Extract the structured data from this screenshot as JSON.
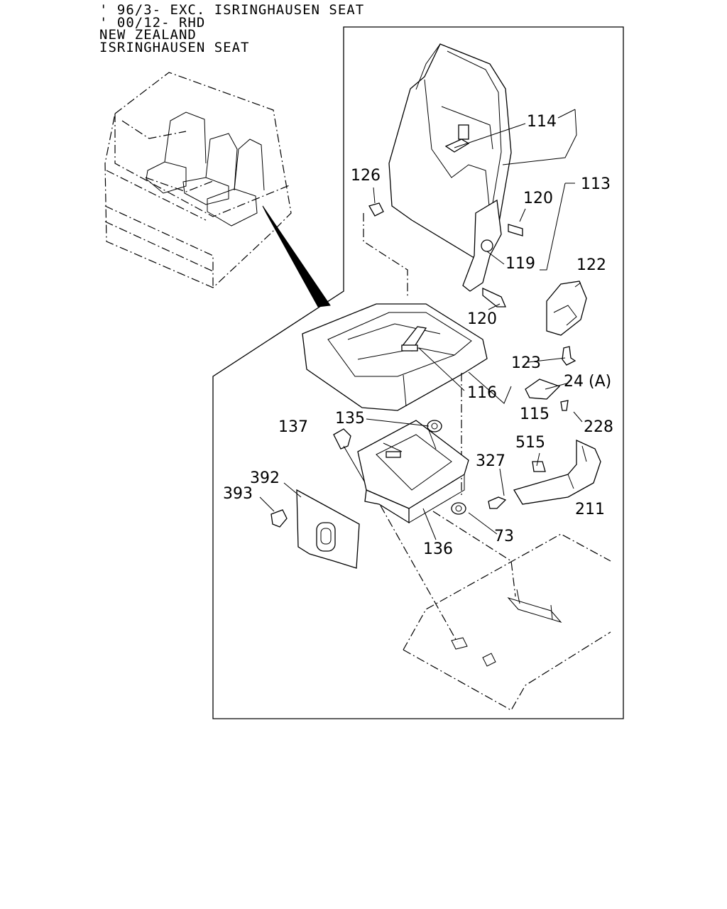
{
  "header": {
    "lines": [
      "' 96/3- EXC. ISRINGHAUSEN SEAT",
      "' 00/12- RHD",
      "NEW ZEALAND",
      "ISRINGHAUSEN SEAT"
    ]
  },
  "callouts": {
    "p113": "113",
    "p114": "114",
    "p115": "115",
    "p116": "116",
    "p119": "119",
    "p120a": "120",
    "p120b": "120",
    "p122": "122",
    "p123": "123",
    "p24": "24 (A)",
    "p126": "126",
    "p135": "135",
    "p136": "136",
    "p137": "137",
    "p211": "211",
    "p228": "228",
    "p327": "327",
    "p392": "392",
    "p393": "393",
    "p515": "515",
    "p73": "73"
  }
}
